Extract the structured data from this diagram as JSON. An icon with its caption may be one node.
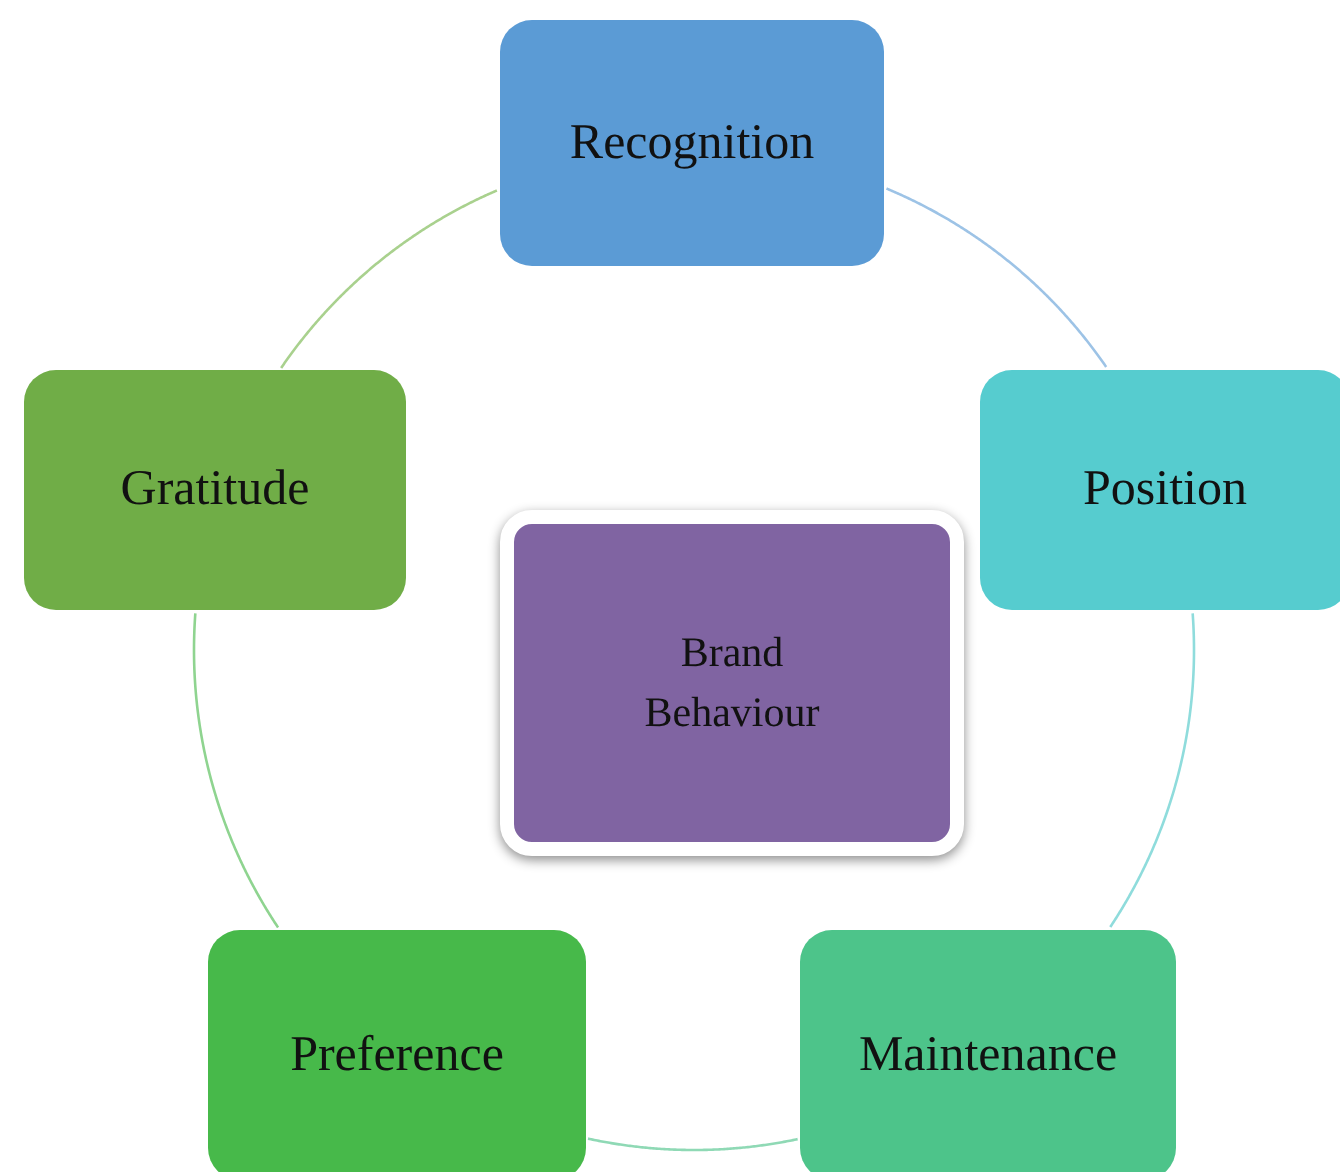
{
  "diagram": {
    "nodes": [
      {
        "text": [
          "Recognition"
        ]
      },
      {
        "text": [
          "Position"
        ]
      },
      {
        "text": [
          "Maintenance"
        ]
      },
      {
        "text": [
          "Preference"
        ]
      },
      {
        "text": [
          "Gratitude"
        ]
      },
      {
        "text": [
          "Brand Behaviour"
        ]
      }
    ],
    "edges": [
      {
        "from": 0,
        "to": 1,
        "arrow": "none",
        "color": "#9dc3e6"
      },
      {
        "from": 1,
        "to": 2,
        "arrow": "none",
        "color": "#8fdcdc"
      },
      {
        "from": 2,
        "to": 3,
        "arrow": "none",
        "color": "#8fd9b5"
      },
      {
        "from": 3,
        "to": 4,
        "arrow": "none",
        "color": "#8fd490"
      },
      {
        "from": 4,
        "to": 0,
        "arrow": "none",
        "color": "#a9d18e"
      }
    ]
  }
}
